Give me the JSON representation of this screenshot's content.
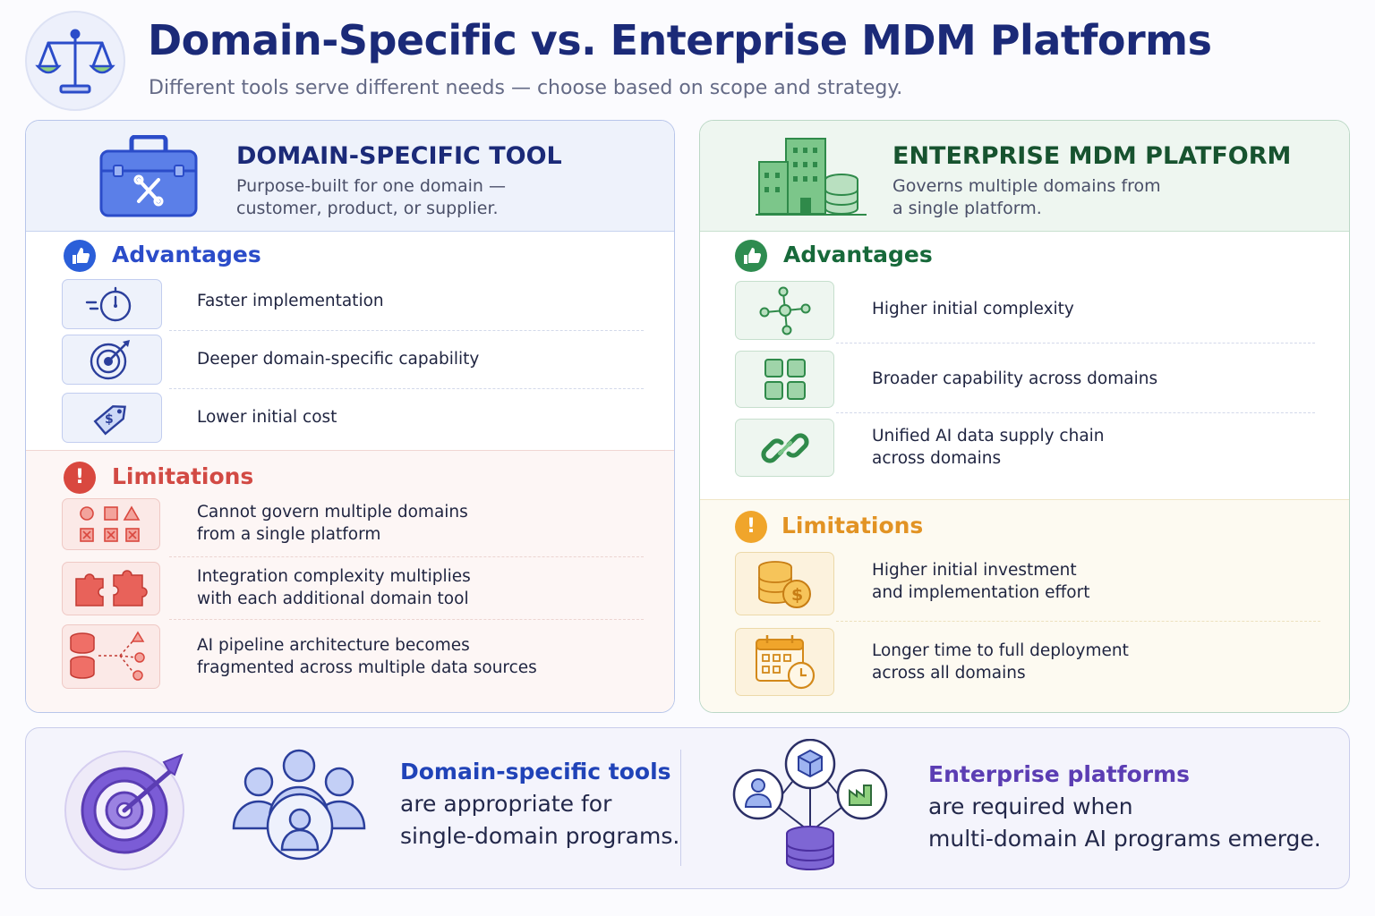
{
  "header": {
    "title": "Domain-Specific vs. Enterprise MDM Platforms",
    "subtitle": "Different tools serve different needs — choose based on scope and strategy.",
    "logo_icon": "balance-scale-icon"
  },
  "colors": {
    "navy": "#1b2a78",
    "blue": "#2b4cc9",
    "green": "#17693a",
    "red": "#d24a44",
    "amber": "#e59a24",
    "purple": "#5b3db3"
  },
  "left_panel": {
    "title": "DOMAIN-SPECIFIC TOOL",
    "description_lines": [
      "Purpose-built for one domain —",
      "customer, product, or supplier."
    ],
    "icon": "toolbox-icon",
    "advantages": {
      "title": "Advantages",
      "items": [
        {
          "lines": [
            "Faster implementation"
          ],
          "icon": "stopwatch-icon"
        },
        {
          "lines": [
            "Deeper domain-specific capability"
          ],
          "icon": "target-arrow-icon"
        },
        {
          "lines": [
            "Lower initial cost"
          ],
          "icon": "price-tag-icon"
        }
      ]
    },
    "limitations": {
      "title": "Limitations",
      "items": [
        {
          "lines": [
            "Cannot govern multiple domains",
            "from a single platform"
          ],
          "icon": "shapes-grid-icon"
        },
        {
          "lines": [
            "Integration complexity multiplies",
            "with each additional domain tool"
          ],
          "icon": "puzzle-pieces-icon"
        },
        {
          "lines": [
            "AI pipeline architecture becomes",
            "fragmented across multiple data sources"
          ],
          "icon": "fragmented-databases-icon"
        }
      ]
    }
  },
  "right_panel": {
    "title": "ENTERPRISE MDM PLATFORM",
    "description_lines": [
      "Governs multiple domains from",
      "a single platform."
    ],
    "icon": "building-database-icon",
    "advantages": {
      "title": "Advantages",
      "items": [
        {
          "lines": [
            "Higher initial complexity"
          ],
          "icon": "network-nodes-icon"
        },
        {
          "lines": [
            "Broader capability across domains"
          ],
          "icon": "grid-squares-icon"
        },
        {
          "lines": [
            "Unified AI data supply chain",
            "across domains"
          ],
          "icon": "chain-link-icon"
        }
      ]
    },
    "limitations": {
      "title": "Limitations",
      "items": [
        {
          "lines": [
            "Higher initial investment",
            "and implementation effort"
          ],
          "icon": "coins-dollar-icon"
        },
        {
          "lines": [
            "Longer time to full deployment",
            "across all domains"
          ],
          "icon": "calendar-clock-icon"
        }
      ]
    }
  },
  "bottom": {
    "left": {
      "highlight": "Domain-specific tools",
      "lines": [
        "are appropriate for",
        "single-domain programs."
      ],
      "icons": [
        "target-icon",
        "users-group-icon"
      ]
    },
    "right": {
      "highlight": "Enterprise platforms",
      "lines": [
        "are required when",
        "multi-domain AI programs emerge."
      ],
      "icon": "connected-data-hub-icon"
    }
  }
}
